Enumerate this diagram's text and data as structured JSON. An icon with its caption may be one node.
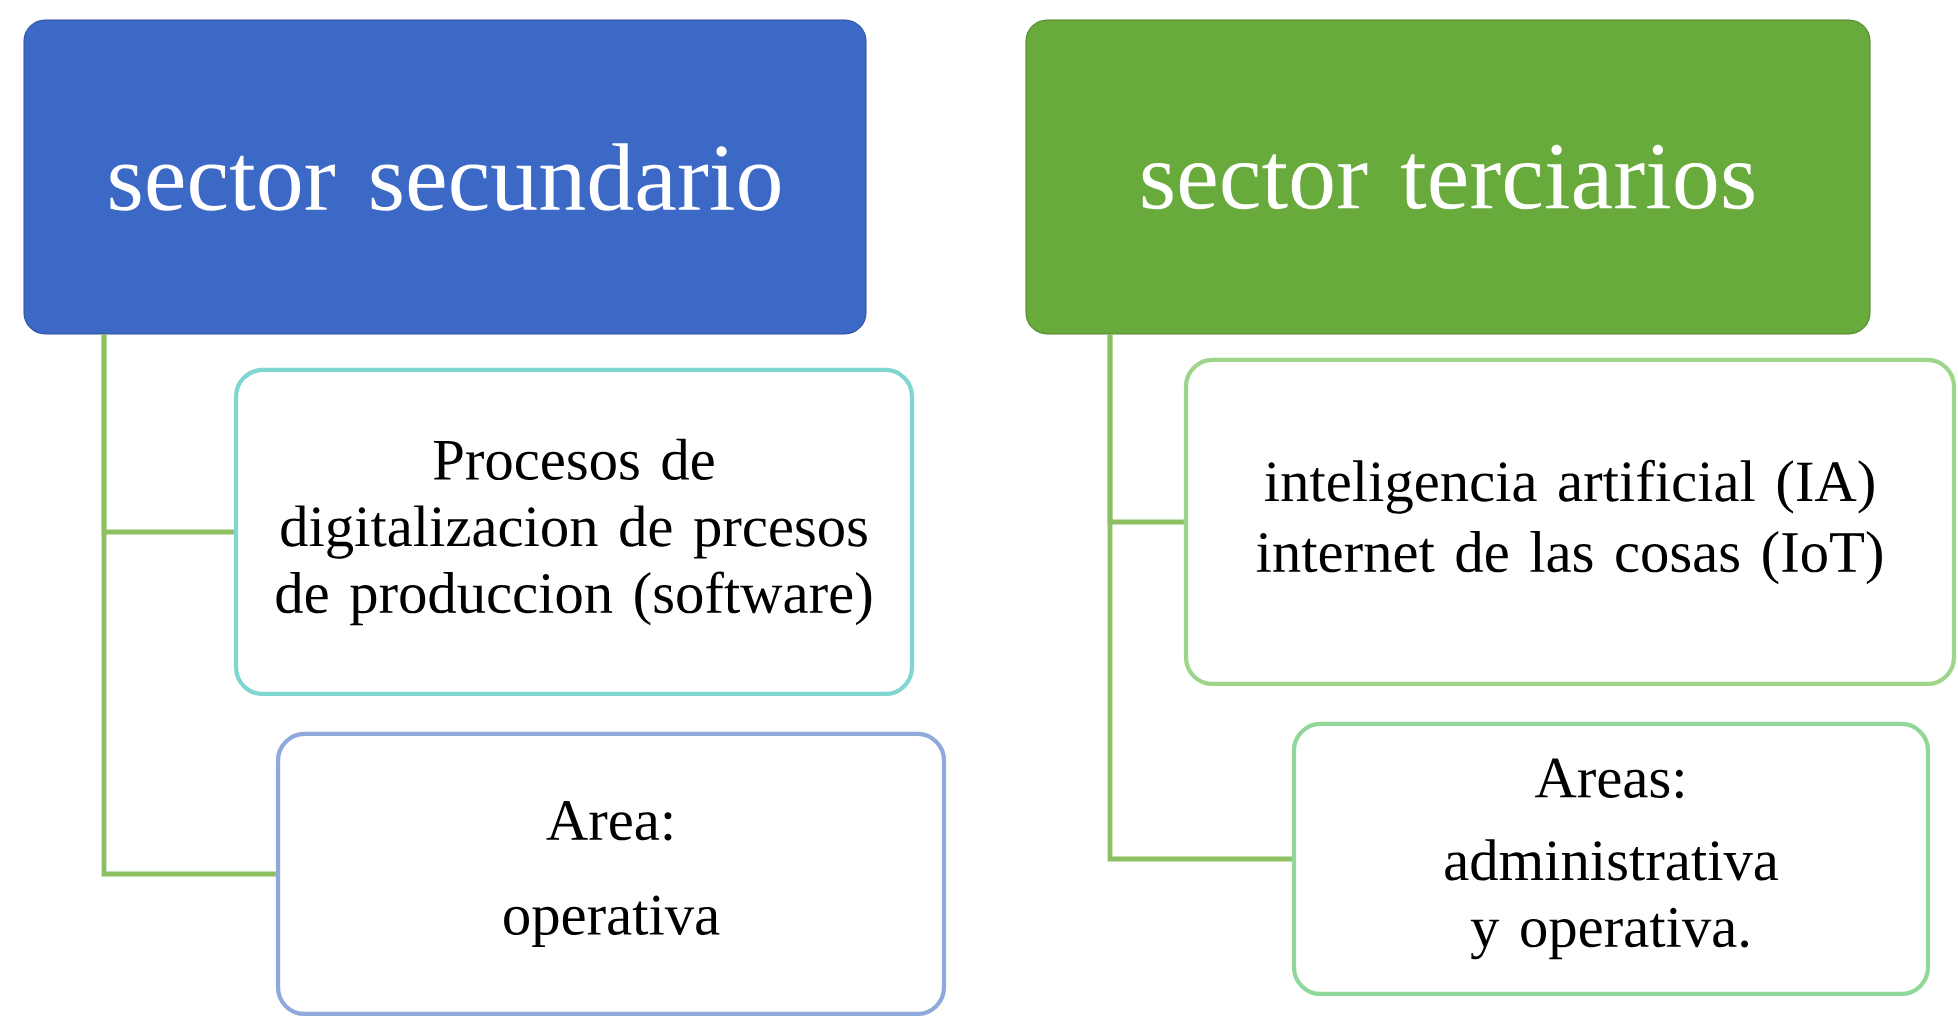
{
  "diagram": {
    "nodes": [
      {
        "text": [
          "sector secundario"
        ]
      },
      {
        "text": [
          "Procesos de digitalizacion de prcesos de produccion (software)"
        ]
      },
      {
        "text": [
          "Area:",
          "operativa"
        ]
      },
      {
        "text": [
          "sector terciarios"
        ]
      },
      {
        "text": [
          "inteligencia artificial (IA)",
          "internet de las cosas (IoT)"
        ]
      },
      {
        "text": [
          "Areas:",
          "administrativa y operativa."
        ]
      }
    ],
    "edges": [
      {
        "from": 0,
        "to": 1,
        "arrow": "none"
      },
      {
        "from": 0,
        "to": 2,
        "arrow": "none"
      },
      {
        "from": 3,
        "to": 4,
        "arrow": "none"
      },
      {
        "from": 3,
        "to": 5,
        "arrow": "none"
      }
    ]
  }
}
